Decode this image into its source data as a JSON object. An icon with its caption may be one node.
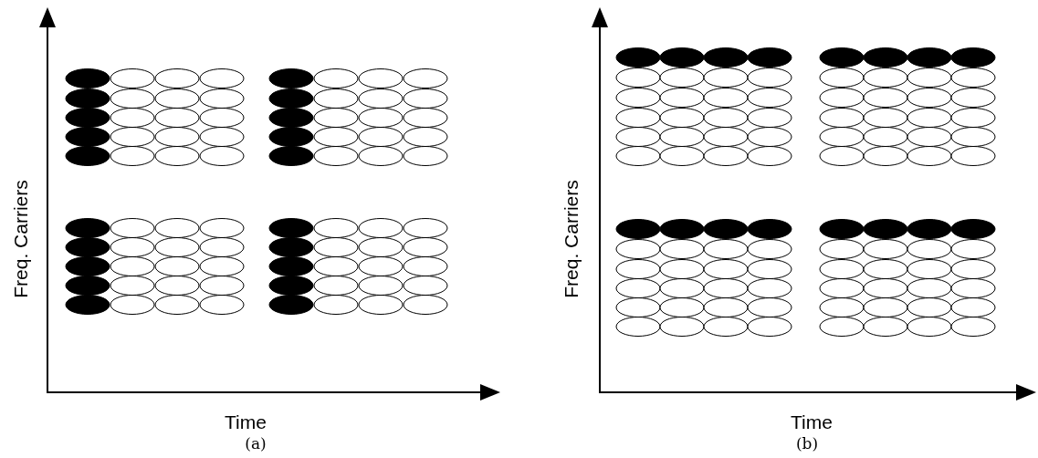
{
  "diagram": {
    "labels": [
      "Freq. Carriers",
      "Time",
      "(a)",
      "Freq. Carriers",
      "Time",
      "(b)"
    ]
  }
}
